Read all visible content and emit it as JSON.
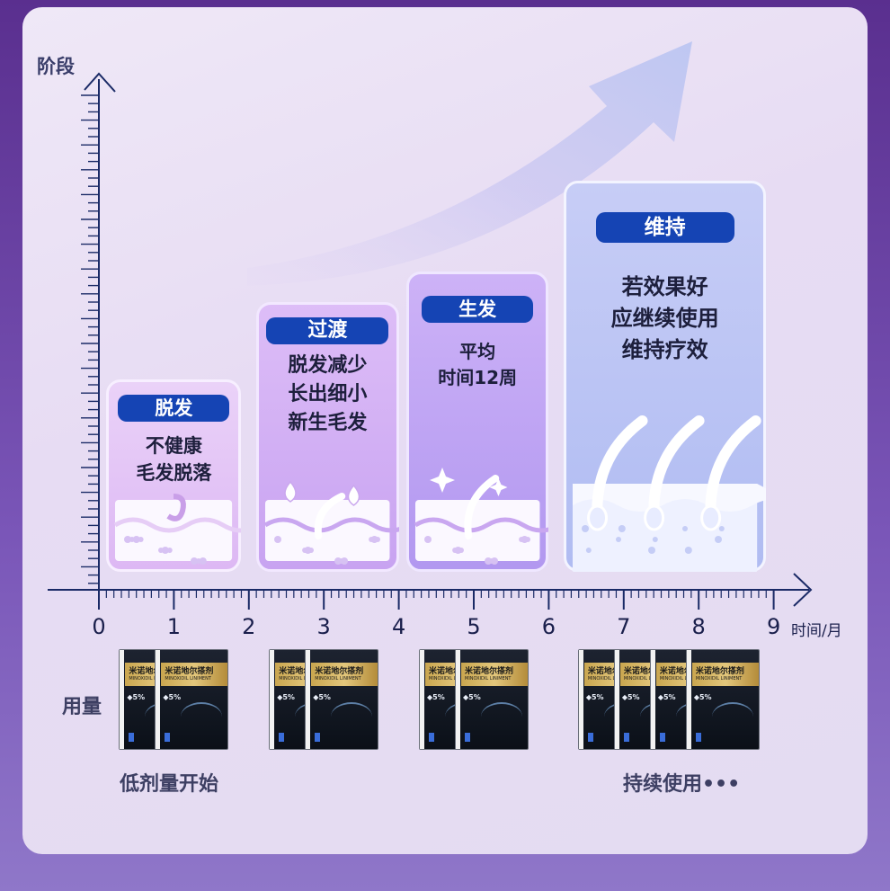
{
  "chart_data": {
    "type": "timeline",
    "y_axis_label": "阶段",
    "x_axis_label": "时间/月",
    "x_ticks": [
      0,
      1,
      2,
      3,
      4,
      5,
      6,
      7,
      8,
      9
    ],
    "xlim": [
      0,
      9
    ],
    "stages": [
      {
        "label": "脱发",
        "description": "不健康\n毛发脱落",
        "x_start": 0.1,
        "x_end": 1.9,
        "level": 1
      },
      {
        "label": "过渡",
        "description": "脱发减少\n长出细小\n新生毛发",
        "x_start": 2.1,
        "x_end": 4.0,
        "level": 2
      },
      {
        "label": "生发",
        "description": "平均\n时间12周",
        "x_start": 4.1,
        "x_end": 6.0,
        "level": 3
      },
      {
        "label": "维持",
        "description": "若效果好\n应继续使用\n维持疗效",
        "x_start": 6.2,
        "x_end": 8.9,
        "level": 4
      }
    ]
  },
  "dosage": {
    "label": "用量",
    "start_caption": "低剂量开始",
    "continue_caption": "持续使用•••",
    "product": {
      "name": "米诺地尔搽剂",
      "english": "MINOXIDIL LINIMENT",
      "concentration": "5%"
    },
    "groups": [
      {
        "x_center": 1.0,
        "count": 2
      },
      {
        "x_center": 3.0,
        "count": 2
      },
      {
        "x_center": 5.0,
        "count": 2
      },
      {
        "x_center": 7.6,
        "count": 4
      }
    ]
  },
  "colors": {
    "axis": "#1a2a66",
    "label_bg": "#1544b4",
    "arrow": "#b9c4f2"
  }
}
